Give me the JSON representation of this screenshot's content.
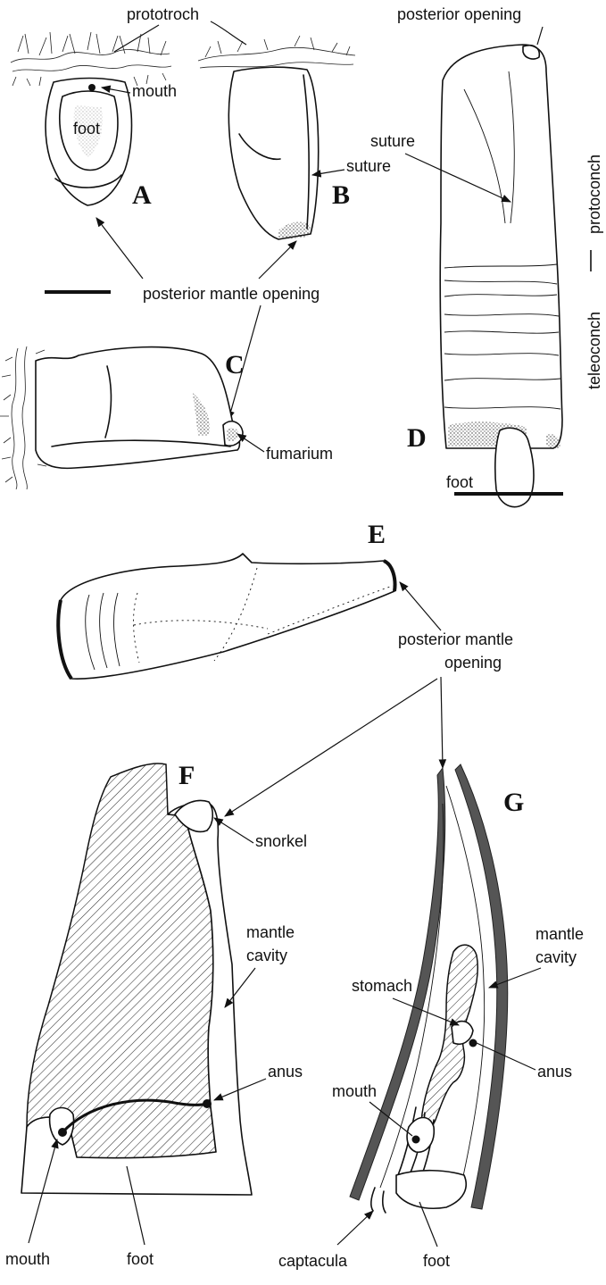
{
  "panels": {
    "A": "A",
    "B": "B",
    "C": "C",
    "D": "D",
    "E": "E",
    "F": "F",
    "G": "G"
  },
  "labels": {
    "prototroch": "prototroch",
    "mouth_a": "mouth",
    "foot_a": "foot",
    "suture": "suture",
    "posterior_mantle_opening_top": "posterior mantle opening",
    "fumarium": "fumarium",
    "posterior_opening": "posterior  opening",
    "protoconch": "protoconch",
    "teleoconch": "teleoconch",
    "foot_d": "foot",
    "posterior_mantle_opening_e_line1": "posterior mantle",
    "posterior_mantle_opening_e_line2": "opening",
    "snorkel": "snorkel",
    "mantle_cavity_f_line1": "mantle",
    "mantle_cavity_f_line2": "cavity",
    "anus_f": "anus",
    "mouth_f": "mouth",
    "foot_f": "foot",
    "mantle_cavity_g_line1": "mantle",
    "mantle_cavity_g_line2": "cavity",
    "stomach": "stomach",
    "anus_g": "anus",
    "mouth_g": "mouth",
    "captacula": "captacula",
    "foot_g": "foot"
  },
  "colors": {
    "ink": "#111111",
    "shell_wall": "#555555",
    "background": "#ffffff"
  }
}
